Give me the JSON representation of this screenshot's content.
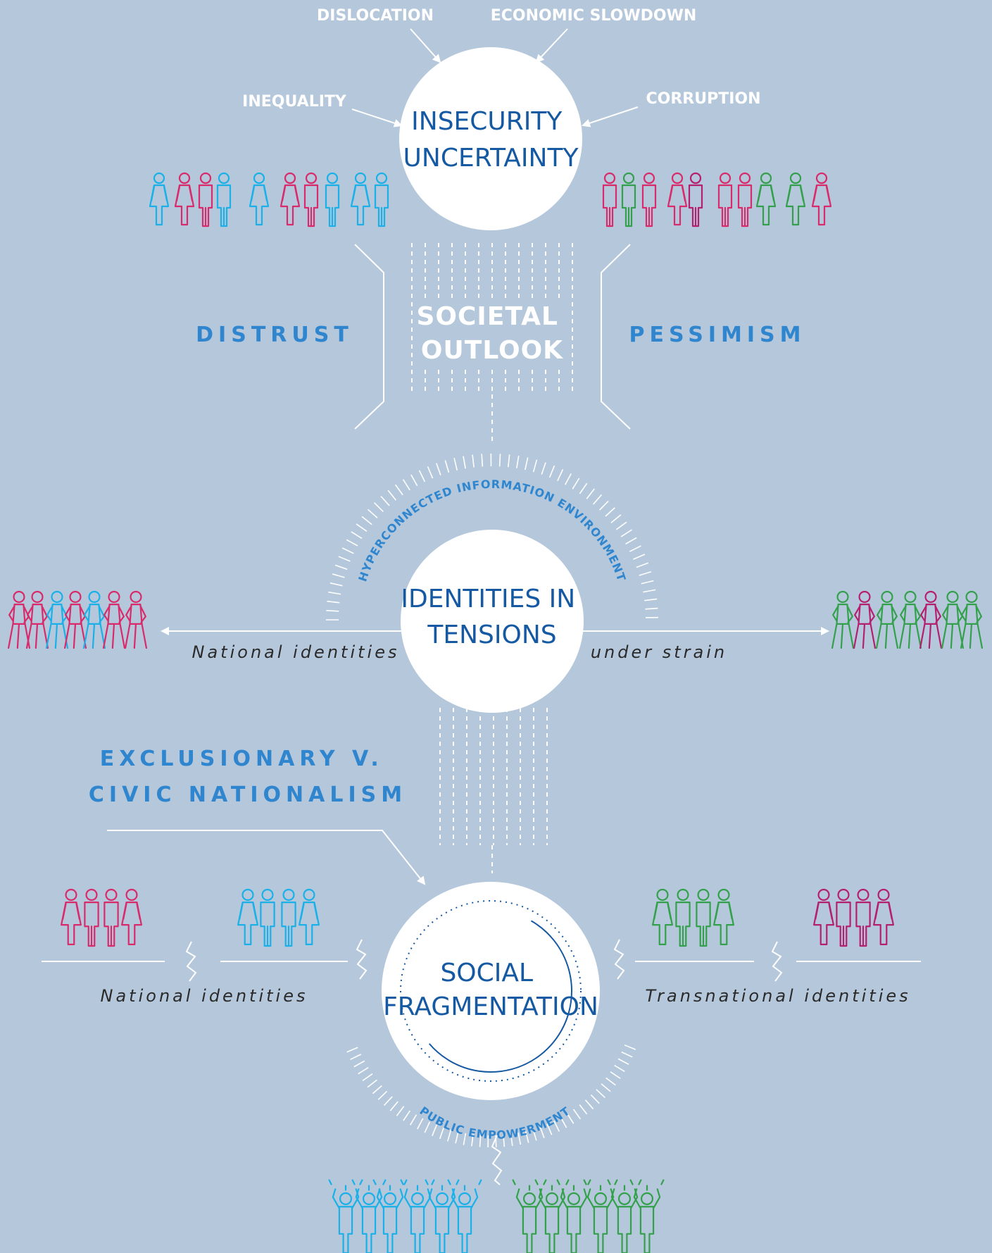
{
  "nodes": {
    "insecurity": [
      "INSECURITY",
      "UNCERTAINTY"
    ],
    "identities": [
      "IDENTITIES IN",
      "TENSIONS"
    ],
    "fragmentation": [
      "SOCIAL",
      "FRAGMENTATION"
    ]
  },
  "drivers": {
    "dislocation": "DISLOCATION",
    "economic_slowdown": "ECONOMIC SLOWDOWN",
    "inequality": "INEQUALITY",
    "corruption": "CORRUPTION"
  },
  "outlook": {
    "left": "DISTRUST",
    "right": "PESSIMISM",
    "center": [
      "SOCIETAL",
      "OUTLOOK"
    ]
  },
  "tensions": {
    "arc_label": "HYPERCONNECTED INFORMATION ENVIRONMENT",
    "left_caption": "National identities",
    "right_caption": "under strain"
  },
  "nationalism": [
    "EXCLUSIONARY V.",
    "CIVIC NATIONALISM"
  ],
  "fragmentation": {
    "left_caption": "National identities",
    "right_caption": "Transnational identities",
    "arc_label": "PUBLIC EMPOWERMENT"
  },
  "colors": {
    "background": "#b5c7db",
    "title_blue": "#1559a3",
    "label_blue": "#2f86cf",
    "cyan": "#1ab0e8",
    "pink": "#d92a6b",
    "magenta": "#b5206e",
    "green": "#33a14b"
  }
}
